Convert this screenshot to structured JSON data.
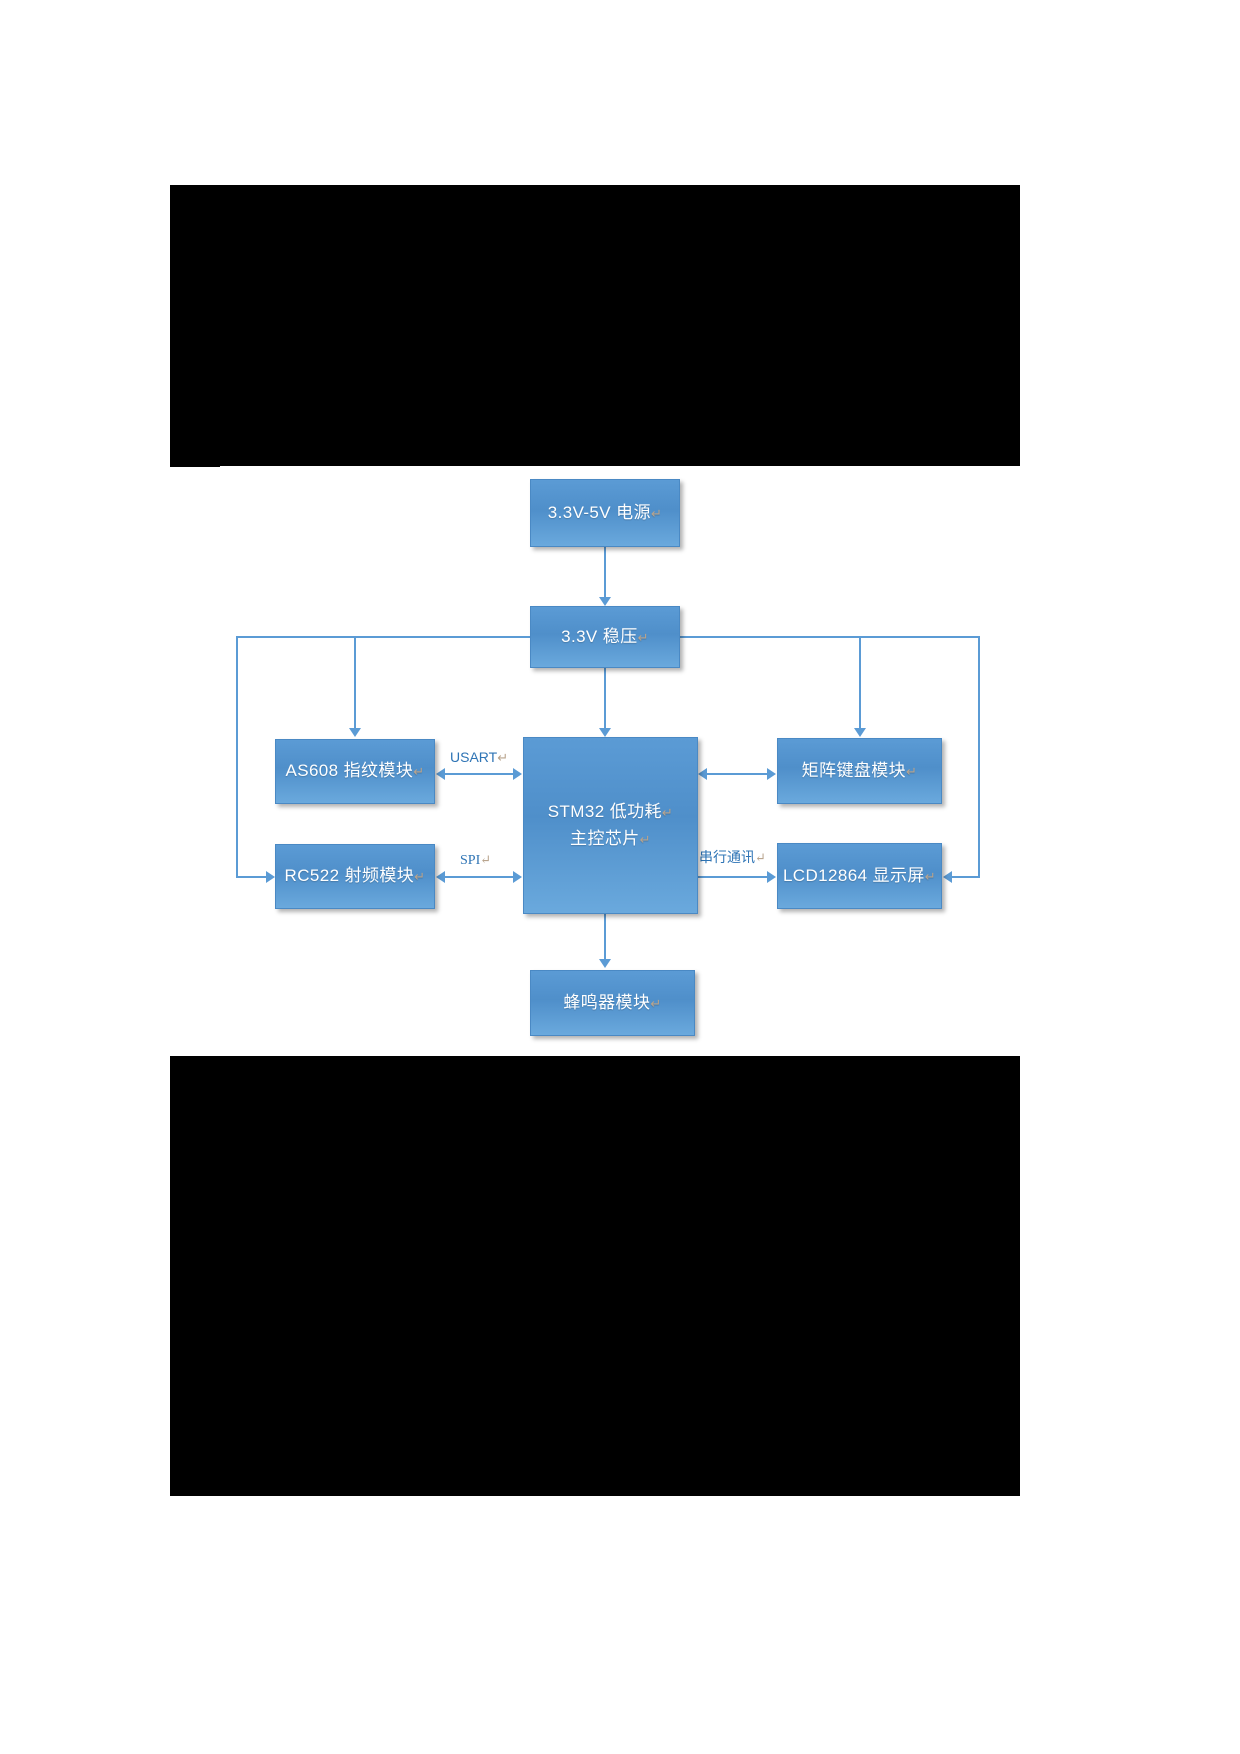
{
  "page": {
    "background": "#ffffff",
    "band_color": "#000000",
    "node_fill": "#5b9bd5",
    "wire_color": "#5b9bd5",
    "label_color": "#2e74b5"
  },
  "diagram": {
    "type": "block-diagram",
    "title": "",
    "nodes": [
      {
        "id": "power",
        "label": "3.3V-5V 电源",
        "mark": "↵",
        "lines": [
          "3.3V-5V 电源"
        ]
      },
      {
        "id": "reg",
        "label": "3.3V 稳压",
        "mark": "↵",
        "lines": [
          "3.3V 稳压"
        ]
      },
      {
        "id": "as608",
        "label": "AS608 指纹模块",
        "mark": "↵",
        "lines": [
          "AS608 指纹模块"
        ]
      },
      {
        "id": "rc522",
        "label": "RC522 射频模块",
        "mark": "↵",
        "lines": [
          "RC522 射频模块"
        ]
      },
      {
        "id": "mcu",
        "label": "STM32 低功耗主控芯片",
        "mark": "↵",
        "lines": [
          "STM32 低功耗",
          "主控芯片"
        ]
      },
      {
        "id": "keypad",
        "label": "矩阵键盘模块",
        "mark": "↵",
        "lines": [
          "矩阵键盘模块"
        ]
      },
      {
        "id": "lcd",
        "label": "LCD12864 显示屏",
        "mark": "↵",
        "lines": [
          "LCD12864 显示屏"
        ]
      },
      {
        "id": "buzzer",
        "label": "蜂鸣器模块",
        "mark": "↵",
        "lines": [
          "蜂鸣器模块"
        ]
      }
    ],
    "edges": [
      {
        "from": "power",
        "to": "reg",
        "label": "",
        "mark": "",
        "dir": "down"
      },
      {
        "from": "reg",
        "to": "as608",
        "label": "",
        "mark": "",
        "dir": "down"
      },
      {
        "from": "reg",
        "to": "mcu",
        "label": "",
        "mark": "",
        "dir": "down"
      },
      {
        "from": "reg",
        "to": "keypad",
        "label": "",
        "mark": "",
        "dir": "down"
      },
      {
        "from": "reg",
        "to": "rc522",
        "label": "",
        "mark": "",
        "dir": "right"
      },
      {
        "from": "reg",
        "to": "lcd",
        "label": "",
        "mark": "",
        "dir": "left"
      },
      {
        "from": "as608",
        "to": "mcu",
        "label": "USART",
        "mark": "↵",
        "dir": "both"
      },
      {
        "from": "rc522",
        "to": "mcu",
        "label": "SPI",
        "mark": "↵",
        "dir": "both"
      },
      {
        "from": "mcu",
        "to": "keypad",
        "label": "",
        "mark": "",
        "dir": "both"
      },
      {
        "from": "mcu",
        "to": "lcd",
        "label": "串行通讯",
        "mark": "↵",
        "dir": "right"
      },
      {
        "from": "mcu",
        "to": "buzzer",
        "label": "",
        "mark": "",
        "dir": "down"
      }
    ],
    "edge_labels": {
      "usart": "USART",
      "spi": "SPI",
      "serial": "串行通讯",
      "pilcrow": "↵"
    }
  }
}
